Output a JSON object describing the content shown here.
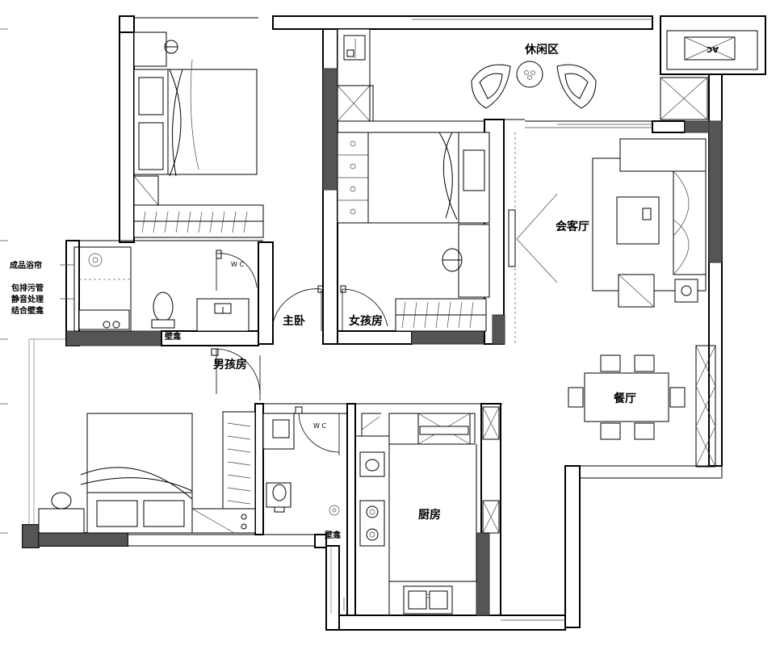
{
  "rooms": {
    "leisure_area": "休闲区",
    "living_room": "会客厅",
    "master_bedroom": "主卧",
    "girls_room": "女孩房",
    "boys_room": "男孩房",
    "dining_room": "餐厅",
    "kitchen": "厨房",
    "wc_1": "W C",
    "wc_2": "W C"
  },
  "fixtures": {
    "ac": "AC",
    "wall_niche_1": "壁龛",
    "wall_niche_2": "壁龛"
  },
  "notes": {
    "shower_screen": "成品浴帘",
    "pipe_note_line1": "包排污管",
    "pipe_note_line2": "静音处理",
    "pipe_note_line3": "结合壁龛"
  },
  "colors": {
    "wall_fill": "#555555",
    "line": "#000000",
    "background": "#ffffff"
  }
}
